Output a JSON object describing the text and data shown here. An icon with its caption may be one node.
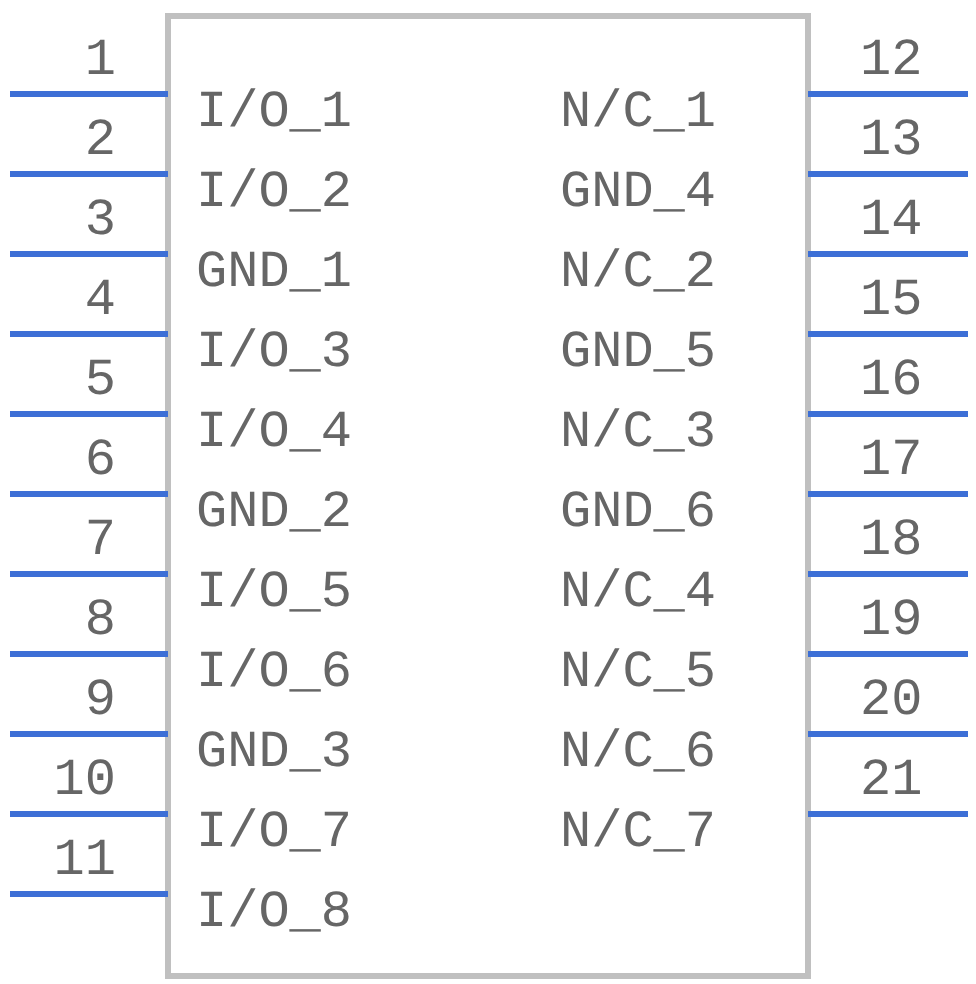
{
  "diagram": {
    "labels": [
      "1",
      "12",
      "I/O_1",
      "N/C_1",
      "2",
      "13",
      "I/O_2",
      "GND_4",
      "3",
      "14",
      "GND_1",
      "N/C_2",
      "4",
      "15",
      "I/O_3",
      "GND_5",
      "5",
      "16",
      "I/O_4",
      "N/C_3",
      "6",
      "17",
      "GND_2",
      "GND_6",
      "7",
      "18",
      "I/O_5",
      "N/C_4",
      "8",
      "19",
      "I/O_6",
      "N/C_5",
      "9",
      "20",
      "GND_3",
      "N/C_6",
      "10",
      "21",
      "I/O_7",
      "N/C_7",
      "11",
      "I/O_8"
    ]
  }
}
